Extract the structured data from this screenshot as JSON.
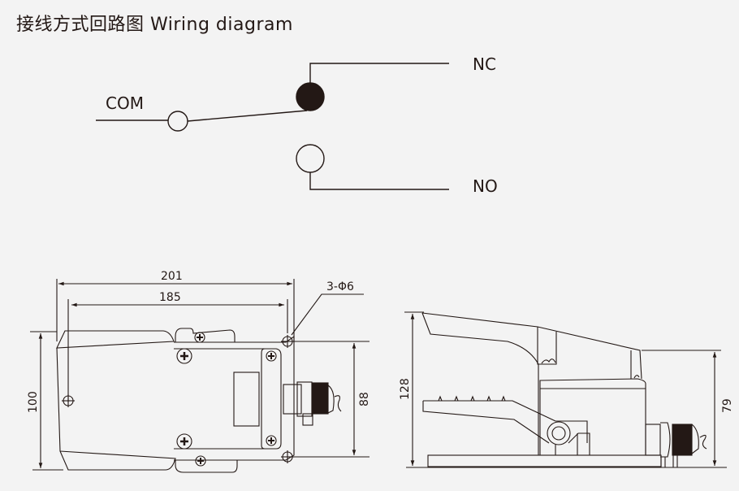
{
  "title": "接线方式回路图 Wiring diagram",
  "wiring": {
    "com_label": "COM",
    "nc_label": "NC",
    "no_label": "NO",
    "contact_state": "COM connected to NC"
  },
  "top_view": {
    "dim_overall_width": "201",
    "dim_mount_width": "185",
    "dim_hole_callout": "3-Φ6",
    "dim_overall_height": "100",
    "dim_mount_height": "88"
  },
  "side_view": {
    "dim_overall_height": "128",
    "dim_body_height": "79"
  },
  "colors": {
    "line": "#231815",
    "background": "#f3f3f3",
    "fill_dark": "#231815"
  }
}
